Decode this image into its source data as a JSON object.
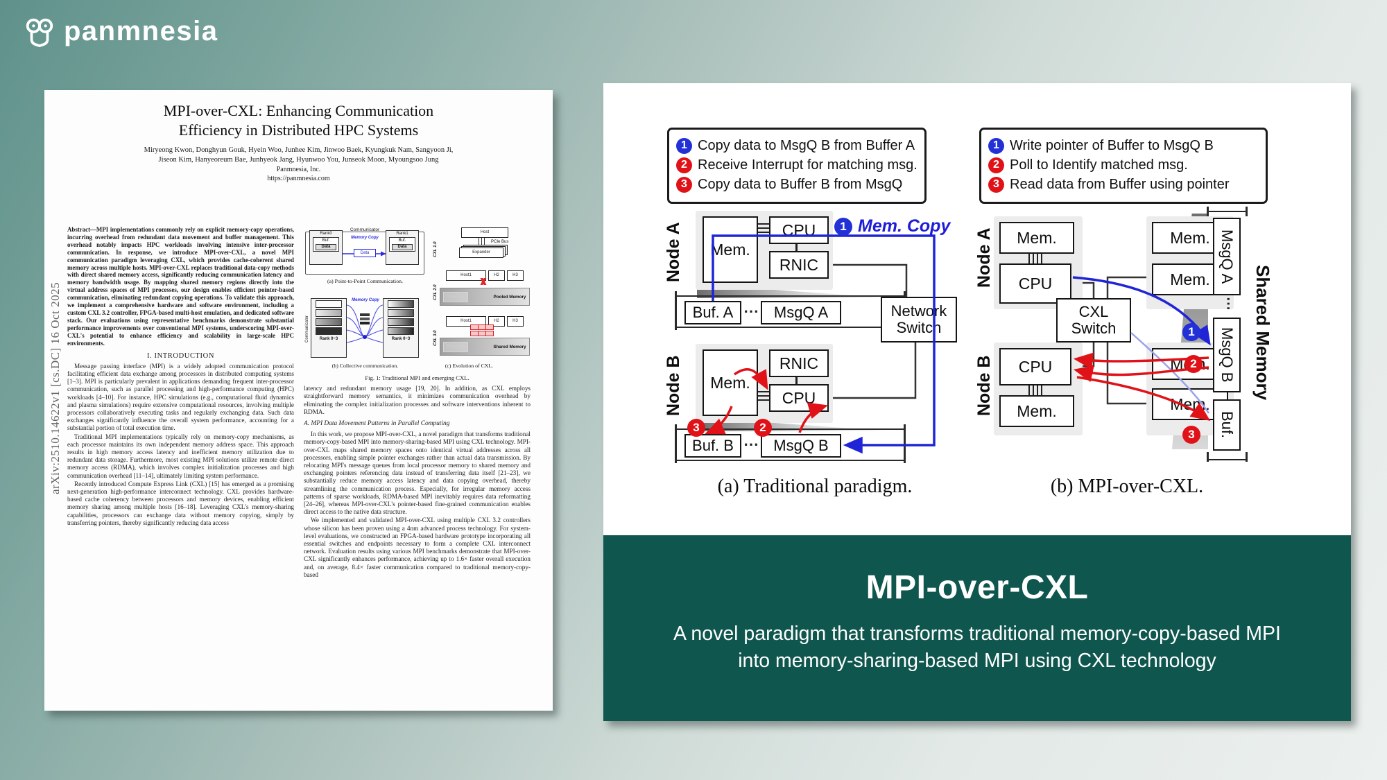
{
  "logo": {
    "text": "panmnesia"
  },
  "paper": {
    "arxiv_side": "arXiv:2510.14622v1  [cs.DC]  16 Oct 2025",
    "title_line1": "MPI-over-CXL: Enhancing Communication",
    "title_line2": "Efficiency in Distributed HPC Systems",
    "authors_line1": "Miryeong Kwon, Donghyun Gouk, Hyein Woo, Junhee Kim, Jinwoo Baek, Kyungkuk Nam, Sangyoon Ji,",
    "authors_line2": "Jiseon Kim, Hanyeoreum Bae, Junhyeok Jang, Hyunwoo You, Junseok Moon, Myoungsoo Jung",
    "affiliation": "Panmnesia, Inc.",
    "website": "https://panmnesia.com",
    "abstract": "Abstract—MPI implementations commonly rely on explicit memory-copy operations, incurring overhead from redundant data movement and buffer management. This overhead notably impacts HPC workloads involving intensive inter-processor communication. In response, we introduce MPI-over-CXL, a novel MPI communication paradigm leveraging CXL, which provides cache-coherent shared memory across multiple hosts. MPI-over-CXL replaces traditional data-copy methods with direct shared memory access, significantly reducing communication latency and memory bandwidth usage. By mapping shared memory regions directly into the virtual address spaces of MPI processes, our design enables efficient pointer-based communication, eliminating redundant copying operations. To validate this approach, we implement a comprehensive hardware and software environment, including a custom CXL 3.2 controller, FPGA-based multi-host emulation, and dedicated software stack. Our evaluations using representative benchmarks demonstrate substantial performance improvements over conventional MPI systems, underscoring MPI-over-CXL's potential to enhance efficiency and scalability in large-scale HPC environments.",
    "section1_heading": "I. INTRODUCTION",
    "intro_p1": "Message passing interface (MPI) is a widely adopted communication protocol facilitating efficient data exchange among processors in distributed computing systems [1–3]. MPI is particularly prevalent in applications demanding frequent inter-processor communication, such as parallel processing and high-performance computing (HPC) workloads [4–10]. For instance, HPC simulations (e.g., computational fluid dynamics and plasma simulations) require extensive computational resources, involving multiple processors collaboratively executing tasks and regularly exchanging data. Such data exchanges significantly influence the overall system performance, accounting for a substantial portion of total execution time.",
    "intro_p2": "Traditional MPI implementations typically rely on memory-copy mechanisms, as each processor maintains its own independent memory address space. This approach results in high memory access latency and inefficient memory utilization due to redundant data storage. Furthermore, most existing MPI solutions utilize remote direct memory access (RDMA), which involves complex initialization processes and high communication overhead [11–14], ultimately limiting system performance.",
    "intro_p3": "Recently introduced Compute Express Link (CXL) [15] has emerged as a promising next-generation high-performance interconnect technology. CXL provides hardware-based cache coherency between processors and memory devices, enabling efficient memory sharing among multiple hosts [16–18]. Leveraging CXL's memory-sharing capabilities, processors can exchange data without memory copying, simply by transferring pointers, thereby significantly reducing data access",
    "col2_p1": "latency and redundant memory usage [19, 20]. In addition, as CXL employs straightforward memory semantics, it minimizes communication overhead by eliminating the complex initialization processes and software interventions inherent to RDMA.",
    "sectionA_heading": "A. MPI Data Movement Patterns in Parallel Computing",
    "col2_p2": "In this work, we propose MPI-over-CXL, a novel paradigm that transforms traditional memory-copy-based MPI into memory-sharing-based MPI using CXL technology. MPI-over-CXL maps shared memory spaces onto identical virtual addresses across all processors, enabling simple pointer exchanges rather than actual data transmission. By relocating MPI's message queues from local processor memory to shared memory and exchanging pointers referencing data instead of transferring data itself [21–23], we substantially reduce memory access latency and data copying overhead, thereby streamlining the communication process. Especially, for irregular memory access patterns of sparse workloads, RDMA-based MPI inevitably requires data reformatting [24–26], whereas MPI-over-CXL's pointer-based fine-grained communication enables direct access to the native data structure.",
    "col2_p3": "We implemented and validated MPI-over-CXL using multiple CXL 3.2 controllers whose silicon has been proven using a 4nm advanced process technology. For system-level evaluations, we constructed an FPGA-based hardware prototype incorporating all essential switches and endpoints necessary to form a complete CXL interconnect network. Evaluation results using various MPI benchmarks demonstrate that MPI-over-CXL significantly enhances performance, achieving up to 1.6× faster overall execution and, on average, 8.4× faster communication compared to traditional memory-copy-based",
    "fig1": {
      "communicator": "Communicator",
      "rank0": "Rank0",
      "rank1": "Rank1",
      "buf": "Buf.",
      "data": "Data",
      "memory_copy": "Memory Copy",
      "rank03": "Rank 0~3",
      "caption_a": "(a) Point-to-Point Communication.",
      "caption_b": "(b) Collective communication.",
      "cxl10": "CXL 1.0",
      "cxl20": "CXL 2.0",
      "cxl30": "CXL 3.0",
      "host": "Host",
      "pcie": "PCIe Bus",
      "expander": "Expander",
      "host1": "Host1",
      "h2": "H2",
      "h3": "H3",
      "pooled_memory": "Pooled Memory",
      "shared_memory": "Shared Memory",
      "caption_c": "(c) Evolution of CXL.",
      "caption": "Fig. 1: Traditional MPI and emerging CXL."
    }
  },
  "panel": {
    "legend_traditional": {
      "items": [
        {
          "num": "1",
          "text": "Copy data to MsgQ B from Buffer A"
        },
        {
          "num": "2",
          "text": "Receive Interrupt for matching msg."
        },
        {
          "num": "3",
          "text": "Copy data to Buffer B from MsgQ"
        }
      ]
    },
    "legend_cxl": {
      "items": [
        {
          "num": "1",
          "text": "Write pointer of Buffer to MsgQ B"
        },
        {
          "num": "2",
          "text": "Poll to Identify matched msg."
        },
        {
          "num": "3",
          "text": "Read data from Buffer using pointer"
        }
      ]
    },
    "diagram_a": {
      "node_a": "Node A",
      "node_b": "Node B",
      "mem": "Mem.",
      "cpu": "CPU",
      "rnic": "RNIC",
      "buf_a": "Buf. A",
      "msgq_a": "MsgQ A",
      "buf_b": "Buf. B",
      "msgq_b": "MsgQ B",
      "dots": "⋯",
      "network_switch_l1": "Network",
      "network_switch_l2": "Switch",
      "mem_copy": "Mem. Copy",
      "badge1": "1",
      "badge2": "2",
      "badge3": "3",
      "caption": "(a) Traditional paradigm."
    },
    "diagram_b": {
      "node_a": "Node A",
      "node_b": "Node B",
      "mem": "Mem.",
      "cpu": "CPU",
      "cxl_switch_l1": "CXL",
      "cxl_switch_l2": "Switch",
      "msgq_a": "MsgQ A",
      "msgq_b": "MsgQ B",
      "buf": "Buf.",
      "dots": "⋯",
      "shared_memory": "Shared Memory",
      "badge1": "1",
      "badge2": "2",
      "badge3": "3",
      "caption": "(b) MPI-over-CXL."
    },
    "banner": {
      "title": "MPI-over-CXL",
      "subtitle_line1": "A novel paradigm that transforms traditional memory-copy-based MPI",
      "subtitle_line2": "into memory-sharing-based MPI using CXL technology"
    }
  },
  "colors": {
    "background_teal": "#5f928b",
    "banner_teal": "#0f564e",
    "accent_blue": "#2230d8",
    "accent_red": "#e01218"
  }
}
